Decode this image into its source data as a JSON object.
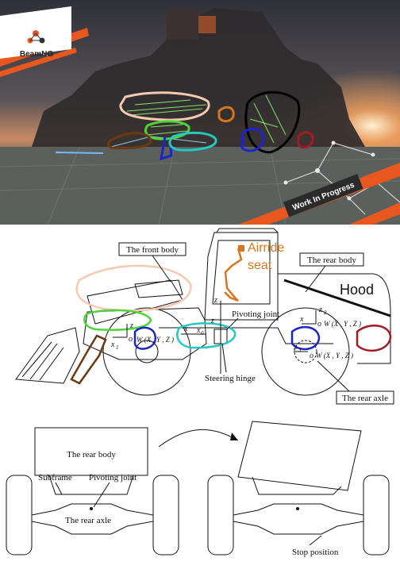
{
  "screenshot": {
    "logo_text": "BeamNG",
    "banner_text": "Work In Progress",
    "colors": {
      "sky_top": "#3d3f4a",
      "sky_glow": "#e8824a",
      "ground": "#5a5f5c"
    }
  },
  "diagram_top": {
    "front_body": "The front body",
    "rear_body": "The rear body",
    "airride_seat": "Airride\nseat",
    "hood": "Hood",
    "pivoting_joint": "Pivoting joint",
    "steering_hinge": "Steering hinge",
    "rear_axle": "The rear axle",
    "axis_z": "z",
    "axis_x": "x",
    "axis_x0": "x",
    "axis_x1": "x",
    "axis_z1": "z",
    "axis_z2": "z",
    "axis_x2": "x",
    "axis_x3": "x",
    "o1": "o",
    "o1_point": "W (X , Y , Z )",
    "o2": "o",
    "o2_point": "W (X , Y , Z )",
    "o3": "o",
    "o3_point": "W (X , Y , Z )",
    "sub_0": "0",
    "sub_1": "1",
    "sub_2": "2",
    "sub_3": "3",
    "annotation_colors": {
      "peach": "#f6c9b0",
      "green": "#4cd43a",
      "blue": "#1b25c9",
      "cyan": "#23c9c1",
      "brown": "#6b3a12",
      "orange": "#d9751e",
      "crimson": "#a21c26",
      "black": "#000000"
    }
  },
  "diagram_bottom": {
    "rear_body": "The rear body",
    "subframe": "Subframe",
    "pivoting_joint": "Pivoting joint",
    "rear_axle": "The rear axle",
    "stop_position": "Stop position"
  }
}
